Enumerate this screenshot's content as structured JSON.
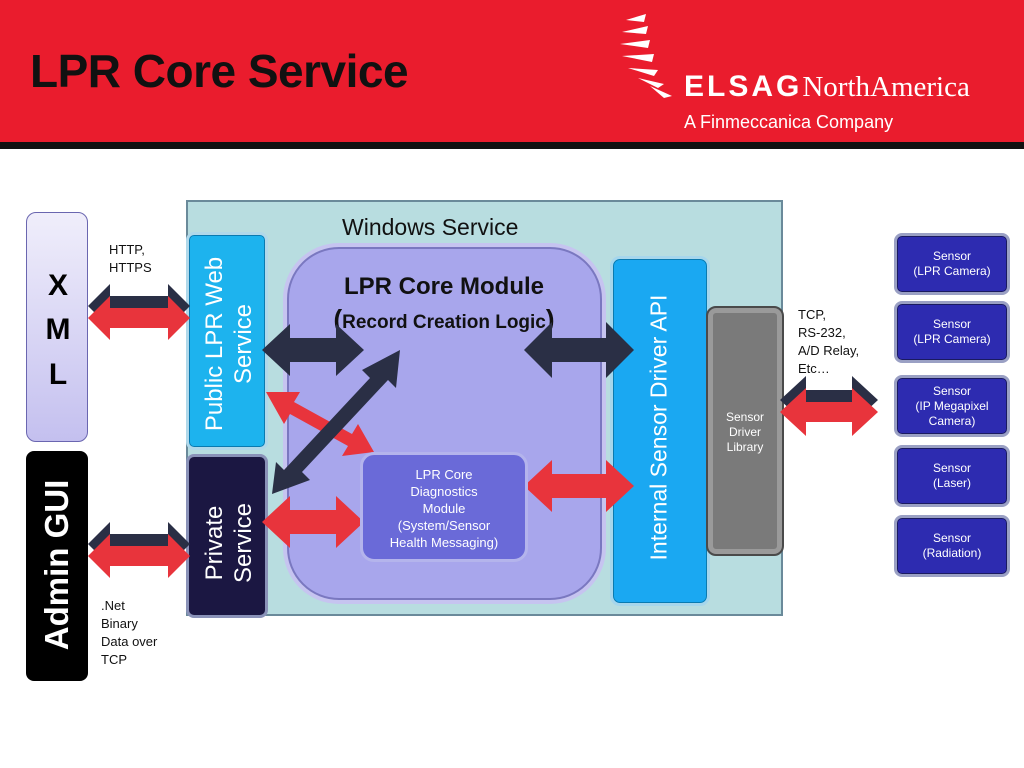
{
  "slide": {
    "title": "LPR Core Service",
    "header_color": "#ea1c2d"
  },
  "logo": {
    "icon": "elsag-burst-logo",
    "brand_primary": "ELSAG",
    "brand_secondary": "NorthAmerica",
    "tagline": "A Finmeccanica Company"
  },
  "diagram": {
    "container_label": "Windows Service",
    "xml_letters": [
      "X",
      "M",
      "L"
    ],
    "admin_label": "Admin GUI",
    "public_service": [
      "Public LPR Web",
      "Service"
    ],
    "private_service": [
      "Private",
      "Service"
    ],
    "core_module": {
      "title": "LPR Core Module",
      "subtitle": "Record Creation Logic",
      "open_paren": "(",
      "close_paren": ")"
    },
    "diagnostics": [
      "LPR Core",
      "Diagnostics",
      "Module",
      "(System/Sensor",
      "Health Messaging)"
    ],
    "driver_api": "Internal Sensor Driver API",
    "driver_library": [
      "Sensor",
      "Driver",
      "Library"
    ],
    "notes": {
      "http": "HTTP,\nHTTPS",
      "tcp": "TCP,\nRS-232,\nA/D Relay,\nEtc…",
      "dotnet": ".Net\nBinary\nData over\nTCP"
    },
    "sensors": [
      [
        "Sensor",
        "(LPR Camera)"
      ],
      [
        "Sensor",
        "(LPR Camera)"
      ],
      [
        "Sensor",
        "(IP Megapixel",
        "Camera)"
      ],
      [
        "Sensor",
        "(Laser)"
      ],
      [
        "Sensor",
        "(Radiation)"
      ]
    ],
    "colors": {
      "container": "#b8dde0",
      "public_service": "#1db3ee",
      "private_service": "#1b1742",
      "core_module": "#a8a6ec",
      "diagnostics": "#6a6ad8",
      "driver_api": "#1aa8f2",
      "driver_library": "#7a7a7a",
      "sensor": "#2d2bb0",
      "arrow_red": "#e8343c",
      "arrow_dark": "#2a2f45"
    }
  }
}
